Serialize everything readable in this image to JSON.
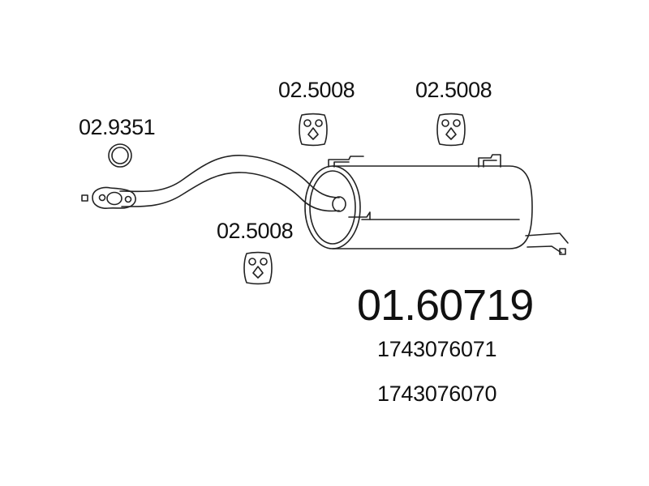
{
  "labels": {
    "gasket": "02.9351",
    "hanger_front": "02.5008",
    "hanger_mid": "02.5008",
    "hanger_rear": "02.5008"
  },
  "main_part_number": "01.60719",
  "oe_numbers": [
    "1743076071",
    "1743076070"
  ],
  "colors": {
    "line": "#222222",
    "text": "#111111",
    "background": "#ffffff"
  }
}
